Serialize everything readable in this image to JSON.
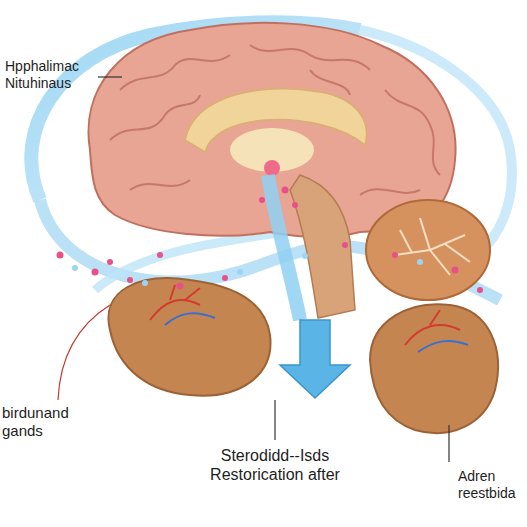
{
  "diagram": {
    "labels": [
      "Hpphalimac Nituhinaus",
      "birdunand gands",
      "Sterodidd--Isds Restorication after",
      "Adren reestbida"
    ]
  }
}
